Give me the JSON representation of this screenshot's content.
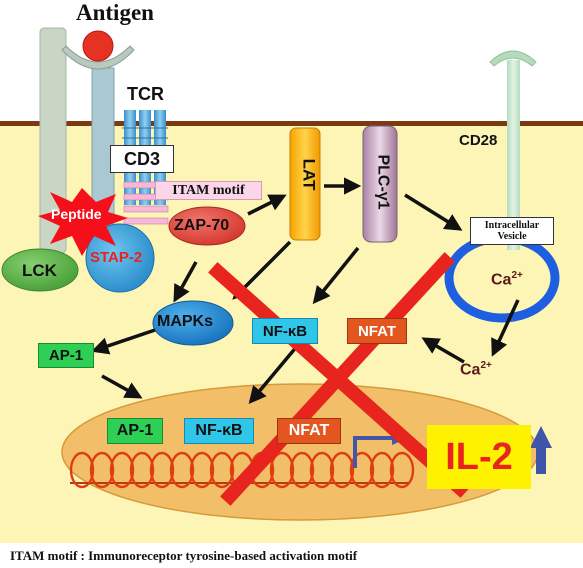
{
  "labels": {
    "antigen": "Antigen",
    "tcr": "TCR",
    "cd3": "CD3",
    "cd28": "CD28",
    "itam": "ITAM motif",
    "peptide": "Peptide",
    "stap2": "STAP-2",
    "zap70": "ZAP-70",
    "lck": "LCK",
    "lat": "LAT",
    "plc": "PLC-γ1",
    "vesicle_line1": "Intracellular",
    "vesicle_line2": "Vesicle",
    "ca_in": "Ca",
    "ca_out": "Ca",
    "ca_sup": "2+",
    "mapks": "MAPKs",
    "nfkb": "NF-κB",
    "nfat": "NFAT",
    "ap1": "AP-1",
    "ap1_nuc": "AP-1",
    "nfkb_nuc": "NF-κB",
    "nfat_nuc": "NFAT",
    "il2": "IL-2",
    "footnote": "ITAM motif : Immunoreceptor tyrosine-based activation motif"
  },
  "colors": {
    "cytoplasm": "#fdf5b5",
    "membrane": "#7b3a12",
    "nucleus": "#f0b962",
    "dna": "#e03c10",
    "cross": "#e8241e",
    "lat": "#f5b000",
    "zap70": "#e8483e",
    "stap2": "#3fa7dc",
    "lck": "#5fb84c",
    "mapks": "#2f8fd3",
    "ap1": "#2ecf55",
    "nfkb": "#2fc6ea",
    "nfat": "#e3561f",
    "il2_bg": "#fff200",
    "il2_text": "#e8241e",
    "up_arrow": "#3f55a8",
    "vesicle": "#1e5ee0",
    "itam": "#f6b8d7",
    "cd28": "#c9e5cf",
    "tcr": "#4ea6d9"
  },
  "icons": [
    "peptide-burst-icon",
    "antigen-ball-icon",
    "cross-mark-icon",
    "up-arrow-icon"
  ]
}
